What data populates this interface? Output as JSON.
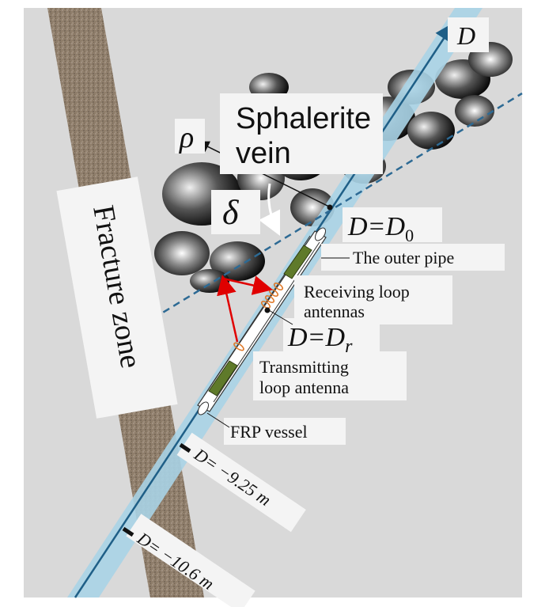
{
  "labels": {
    "axis_d": "D",
    "axis_rho": "ρ",
    "angle_delta": "δ",
    "sphalerite_line1": "Sphalerite",
    "sphalerite_line2": "vein",
    "fracture_zone": "Fracture zone",
    "d0_main": "D=D",
    "d0_sub": "0",
    "dr_main": "D=D",
    "dr_sub": "r",
    "outer_pipe": "The outer pipe",
    "receiving_line1": "Receiving loop",
    "receiving_line2": "antennas",
    "transmitting_line1": "Transmitting",
    "transmitting_line2": "loop antenna",
    "frp_vessel": "FRP vessel",
    "depth_1": "D= −9.25 m",
    "depth_2": "D= −10.6 m"
  },
  "colors": {
    "background": "#d9d9d9",
    "fracture_zone": "#8e7d6a",
    "borehole_band": "#a9d3e6",
    "axis_line": "#1f5f87",
    "vein_dashed": "#2d6a94",
    "arrow_red": "#e00000",
    "antenna_green": "#5f7a2a",
    "antenna_orange": "#e07a2a",
    "label_box": "#f4f4f4"
  }
}
